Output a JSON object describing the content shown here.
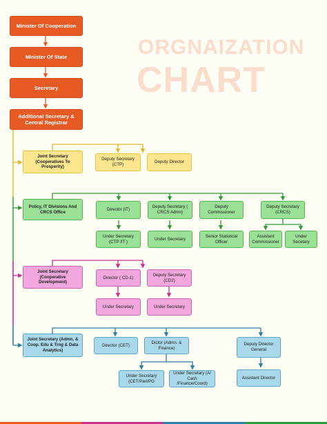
{
  "title": {
    "line1": "ORGNAIZATION",
    "line2": "CHART"
  },
  "colors": {
    "orange": "#e85a24",
    "yellow": "#e9c43a",
    "green": "#2e9a3c",
    "pink": "#c72f8f",
    "blue": "#2b7ea1"
  },
  "nodes": {
    "minister": "Minister Of Cooperation",
    "minister_state": "Minister Of State",
    "secretary": "Secretary",
    "addl_secretary": "Additional Secretary & Central Registrar",
    "js_coop": "Joint Secretary (Cooperatives To Prosperity)",
    "dep_sec_ctp": "Deputy Secretary (CTP)",
    "dep_director": "Deputy Director",
    "policy_it": "Policy, IT Divisions And CRCS Office",
    "director_it": "Director (IT)",
    "dep_sec_crcs_admn": "Deputy Secretary ( CRCS Admn)",
    "dep_commissioner": "Deputy Commissioner",
    "dep_sec_crcs": "Deputy Secretary (CRCS)",
    "us_ctp_it": "Under Secretary (CTP /IT )",
    "us_green": "Under Secretary",
    "sso": "Senior Statistical Officer",
    "asst_commissioner": "Assistant Commissioner",
    "under_secetary": "Under Secetary",
    "js_coop_dev": "Joint Secretary (Cooperative Development)",
    "director_cd1": "Director ( CD-1)",
    "dep_sec_cd2": "Deputy Secretary (CD2)",
    "us_pink_1": "Under Secretary",
    "us_pink_2": "Under Secretary",
    "js_admn": "Joint Secretary (Admn. & Coop. Edu & Trng & Data Analytics)",
    "director_cet": "Director (CET)",
    "dictor_admn": "Dictor (Admn. & Finance)",
    "ddg": "Deputy Director General",
    "us_cet": "Under Secretary (CET/Parl/PG",
    "us_a_cash": "Under Secretary (A/ Cash /Finance/Coord)",
    "asst_director": "Assistant Director"
  }
}
